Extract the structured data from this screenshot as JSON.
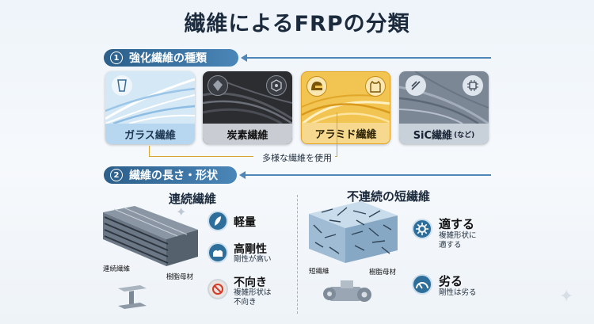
{
  "title": "繊維によるFRPの分類",
  "section1": {
    "number": "1",
    "label": "強化繊維の種類"
  },
  "fibers": [
    {
      "label": "ガラス繊維",
      "icon": "glass-cup-icon"
    },
    {
      "label": "炭素繊維",
      "icon": "crystal-icon"
    },
    {
      "label": "アラミド繊維",
      "icon": "helmet-icon"
    },
    {
      "label": "SiC繊維",
      "label_suffix": "(など)",
      "icon": "chip-icon"
    }
  ],
  "second_icons": {
    "carbon": "molecule-icon",
    "aramid": "vest-icon"
  },
  "various_note": "多様な繊維を使用",
  "section2": {
    "number": "2",
    "label": "繊維の長さ・形状"
  },
  "continuous": {
    "title": "連続繊維",
    "fiber_label": "連続繊維",
    "matrix_label": "樹脂母材",
    "features": [
      {
        "head": "軽量",
        "sub": [],
        "icon": "feather-icon"
      },
      {
        "head": "高剛性",
        "sub": [
          "剛性が高い"
        ],
        "icon": "muscle-icon"
      },
      {
        "head": "不向き",
        "sub": [
          "複雑形状は",
          "不向き"
        ],
        "icon": "prohibited-icon"
      }
    ]
  },
  "discontinuous": {
    "title": "不連続の短繊維",
    "fiber_label": "短繊維",
    "matrix_label": "樹脂母材",
    "features": [
      {
        "head": "適する",
        "sub": [
          "複雑形状に",
          "適する"
        ],
        "icon": "gear-icon"
      },
      {
        "head": "劣る",
        "sub": [
          "剛性は劣る"
        ],
        "icon": "gauge-icon"
      }
    ]
  },
  "colors": {
    "accent": "#2c5f8a",
    "glass": "#d4e8f6",
    "carbon": "#2b2d31",
    "aramid": "#f2c452",
    "sic": "#7c8796"
  }
}
